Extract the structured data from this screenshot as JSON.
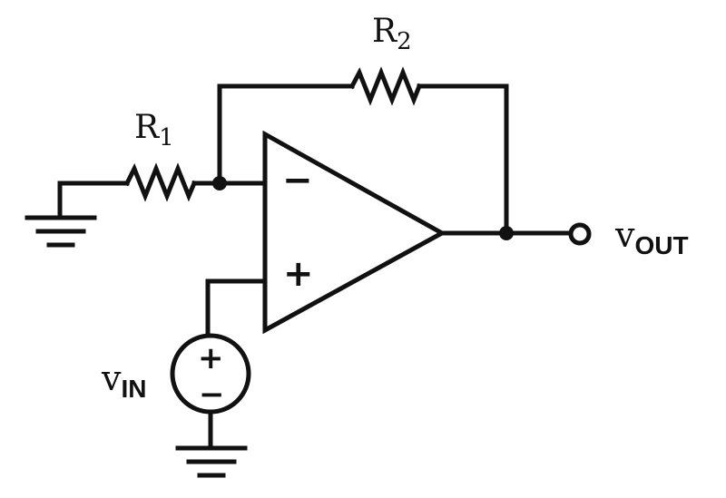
{
  "labels": {
    "r1": {
      "main": "R",
      "sub": "1"
    },
    "r2": {
      "main": "R",
      "sub": "2"
    },
    "vin": {
      "main": "v",
      "sub": "IN"
    },
    "vout": {
      "main": "v",
      "sub": "OUT"
    }
  },
  "opamp": {
    "inverting": "−",
    "noninverting": "+"
  },
  "source": {
    "plus": "+",
    "minus": "−"
  },
  "colors": {
    "ink": "#111111",
    "background": "#ffffff"
  }
}
